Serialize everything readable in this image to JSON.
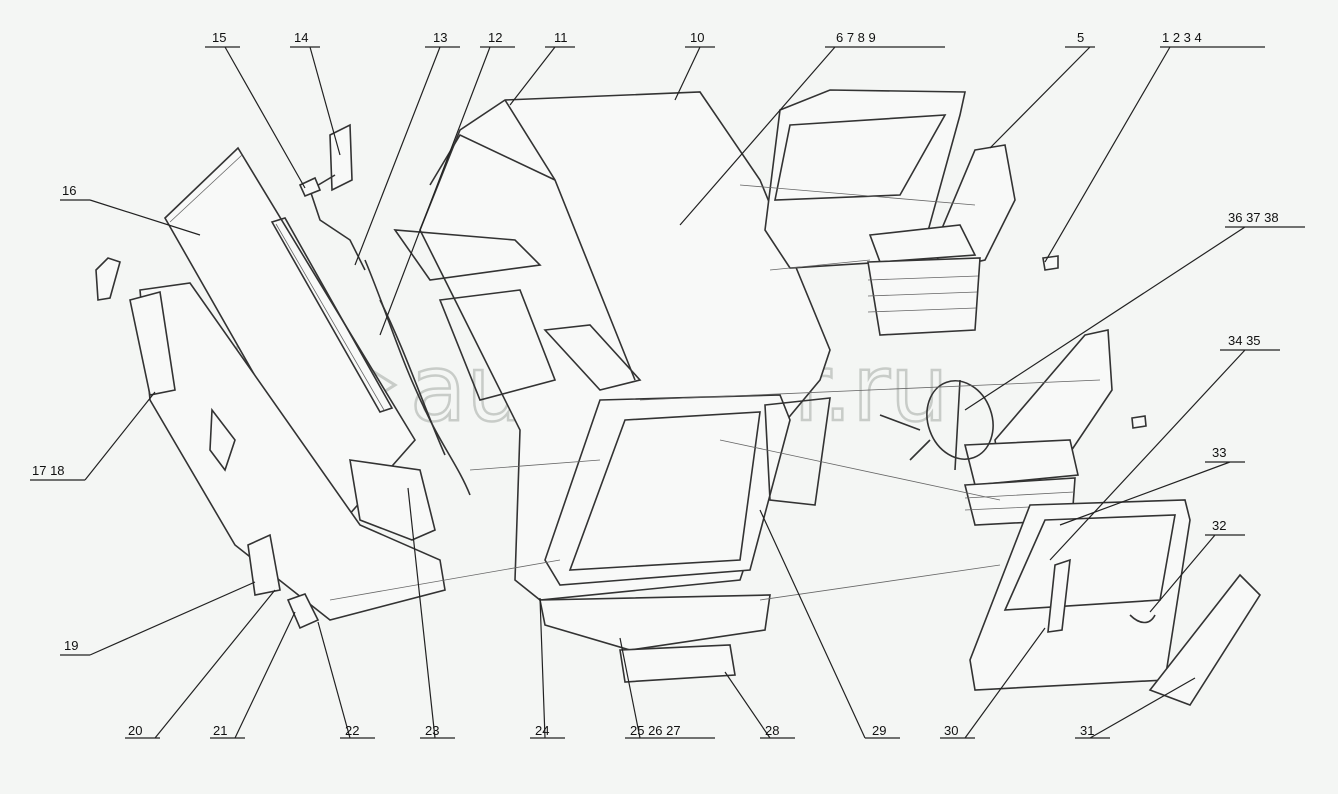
{
  "watermark": "autopiter.ru",
  "watermark_logo": "a",
  "callouts": [
    {
      "id": "c1-4",
      "text": "1  2  3  4"
    },
    {
      "id": "c5",
      "text": "5"
    },
    {
      "id": "c6-9",
      "text": "6  7  8  9"
    },
    {
      "id": "c10",
      "text": "10"
    },
    {
      "id": "c11",
      "text": "11"
    },
    {
      "id": "c12",
      "text": "12"
    },
    {
      "id": "c13",
      "text": "13"
    },
    {
      "id": "c14",
      "text": "14"
    },
    {
      "id": "c15",
      "text": "15"
    },
    {
      "id": "c16",
      "text": "16"
    },
    {
      "id": "c17-18",
      "text": "17  18"
    },
    {
      "id": "c19",
      "text": "19"
    },
    {
      "id": "c20",
      "text": "20"
    },
    {
      "id": "c21",
      "text": "21"
    },
    {
      "id": "c22",
      "text": "22"
    },
    {
      "id": "c23",
      "text": "23"
    },
    {
      "id": "c24",
      "text": "24"
    },
    {
      "id": "c25-27",
      "text": "25  26  27"
    },
    {
      "id": "c28",
      "text": "28"
    },
    {
      "id": "c29",
      "text": "29"
    },
    {
      "id": "c30",
      "text": "30"
    },
    {
      "id": "c31",
      "text": "31"
    },
    {
      "id": "c32",
      "text": "32"
    },
    {
      "id": "c33",
      "text": "33"
    },
    {
      "id": "c34-35",
      "text": "34  35"
    },
    {
      "id": "c36-38",
      "text": "36  37  38"
    }
  ]
}
